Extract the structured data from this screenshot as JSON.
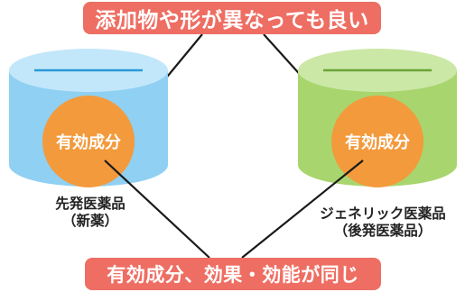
{
  "top_banner": "添加物や形が異なっても良い",
  "bottom_banner": "有効成分、効果・効能が同じ",
  "left_drug": {
    "active_ingredient": "有効成分",
    "label_line1": "先発医薬品",
    "label_line2": "（新薬）"
  },
  "right_drug": {
    "active_ingredient": "有効成分",
    "label_line1": "ジェネリック医薬品",
    "label_line2": "（後発医薬品）"
  },
  "colors": {
    "banner": "#ee6e63",
    "left_cylinder": "#8fd0f3",
    "right_cylinder": "#a9d56e",
    "ingredient_circle": "#f39a3c"
  }
}
